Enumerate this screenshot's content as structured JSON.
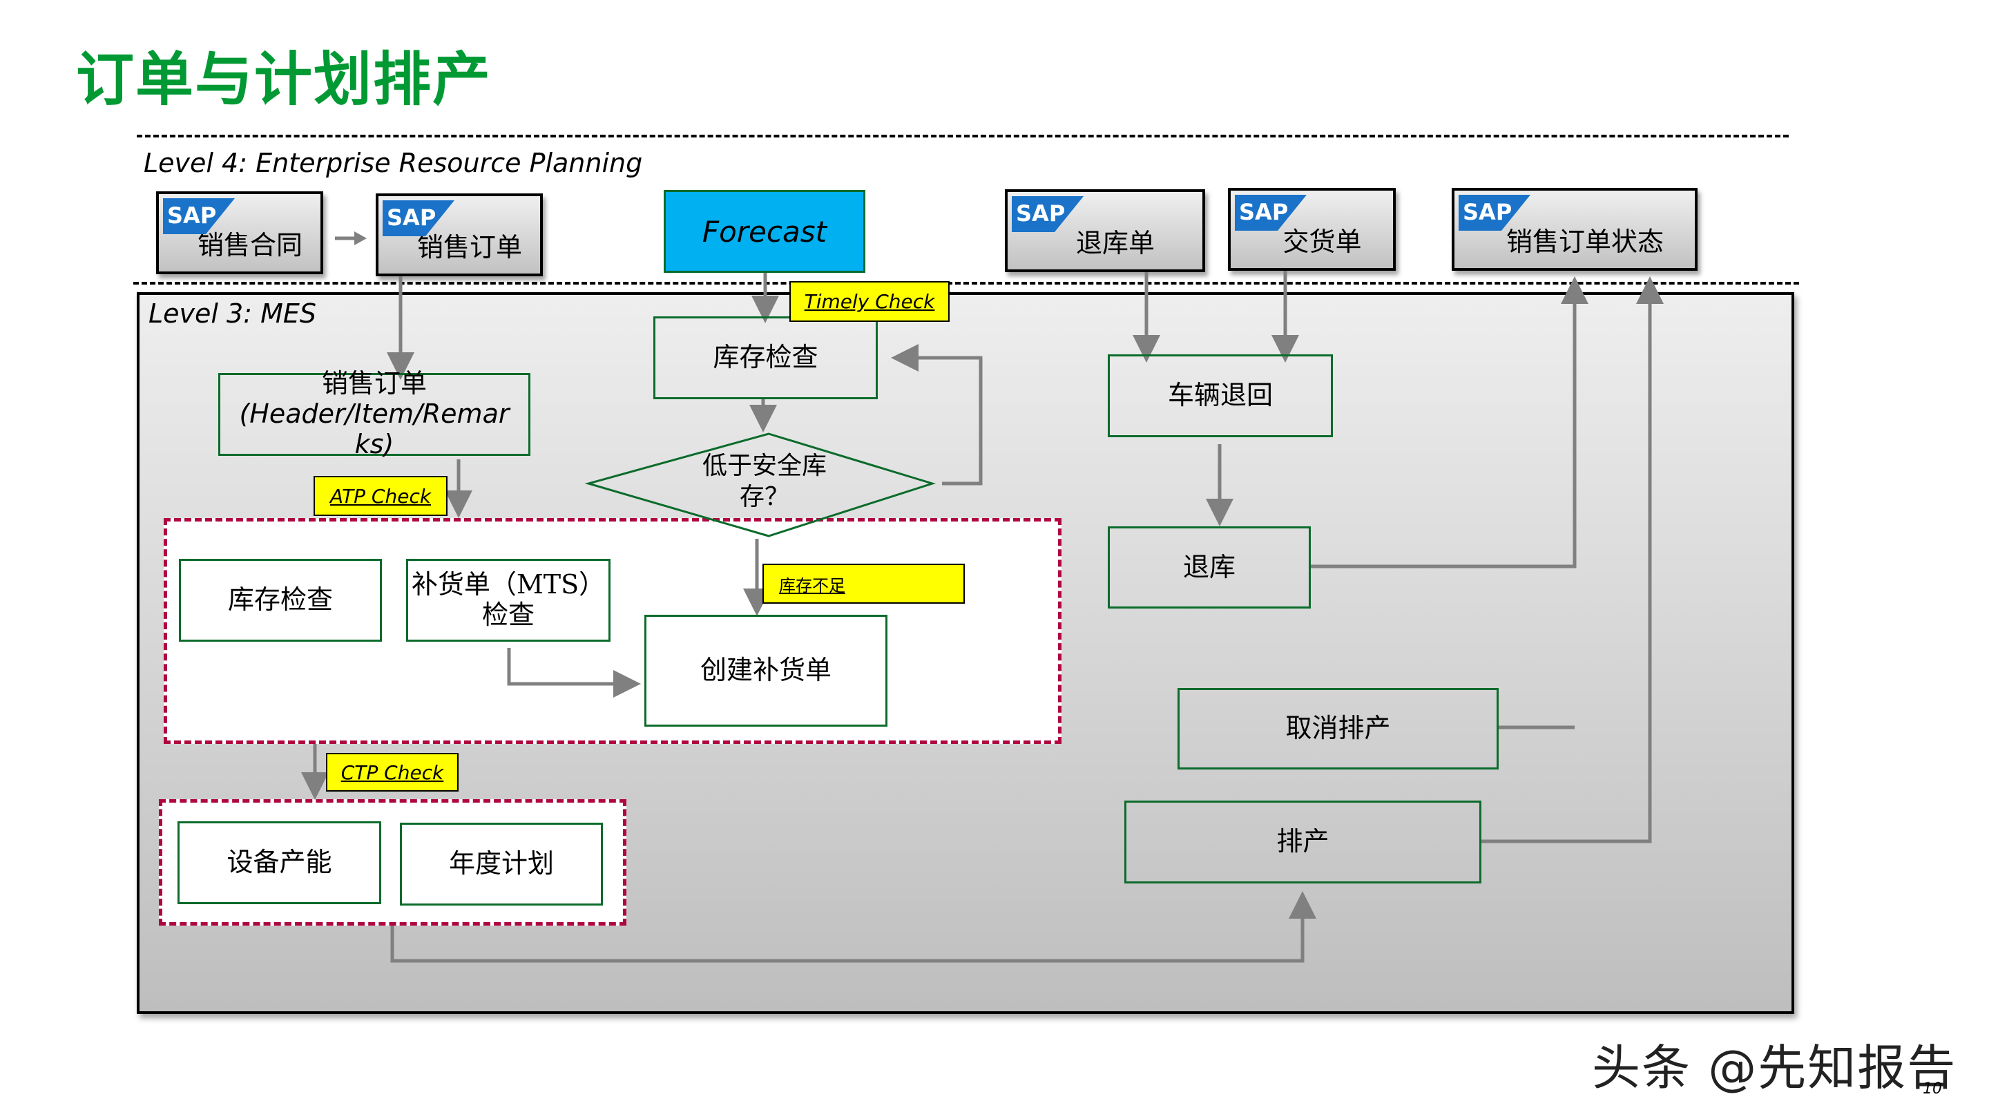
{
  "title": "订单与计划排产",
  "level4": {
    "label": "Level 4: Enterprise Resource Planning",
    "sap_logo": "SAP",
    "boxes": [
      {
        "label": "销售合同",
        "system": "SAP"
      },
      {
        "label": "销售订单",
        "system": "SAP"
      },
      {
        "label": "Forecast",
        "system": ""
      },
      {
        "label": "退库单",
        "system": "SAP"
      },
      {
        "label": "交货单",
        "system": "SAP"
      },
      {
        "label": "销售订单状态",
        "system": "SAP"
      }
    ]
  },
  "level3": {
    "label": "Level 3: MES",
    "sales_order": {
      "line1": "销售订单",
      "line2": "(Header/Item/Remar",
      "line3": "ks)"
    },
    "atp_check": "ATP Check",
    "timely_check": "Timely Check",
    "ctp_check": "CTP Check",
    "stock_shortage": "库存不足",
    "inventory_check_top": "库存检查",
    "decision": {
      "line1": "低于安全库",
      "line2": "存？"
    },
    "atp_group": {
      "inventory_check": "库存检查",
      "replenish_check": {
        "line1": "补货单（MTS）",
        "line2": "检查"
      },
      "create_replenish": "创建补货单"
    },
    "ctp_group": {
      "capacity": "设备产能",
      "annual_plan": "年度计划"
    },
    "vehicle_return": "车辆退回",
    "stock_return": "退库",
    "cancel_schedule": "取消排产",
    "schedule": "排产"
  },
  "colors": {
    "title": "#009933",
    "forecast": "#00B0F0",
    "check_label": "#FFFF00",
    "group_border": "#B0063F",
    "box_border": "#0B6B2B",
    "arrow": "#808080"
  },
  "footer": {
    "watermark": "头条 @先知报告",
    "page_number": "10"
  }
}
